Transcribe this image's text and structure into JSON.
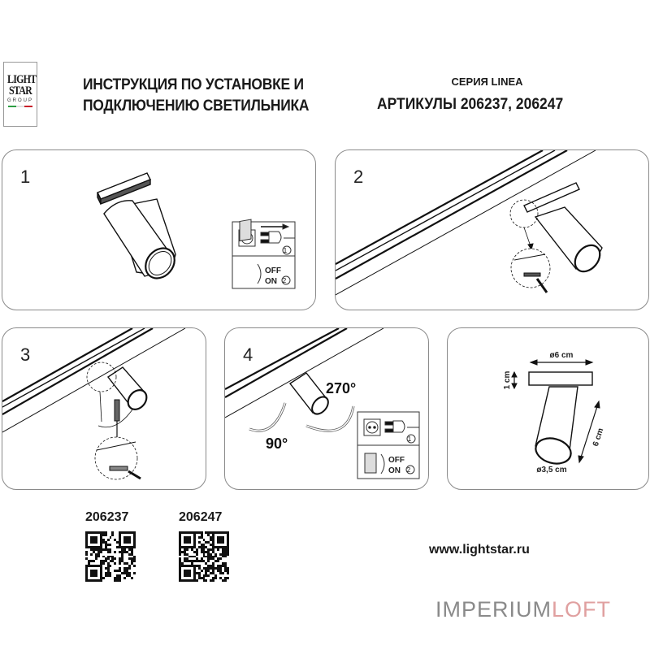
{
  "logo": {
    "line1": "LIGHT",
    "line2": "STAR",
    "line3": "GROUP",
    "flag_colors": [
      "#2e9e44",
      "#e8e8e8",
      "#c8202a"
    ]
  },
  "header": {
    "title_line1": "ИНСТРУКЦИЯ ПО УСТАНОВКЕ И",
    "title_line2": "ПОДКЛЮЧЕНИЮ СВЕТИЛЬНИКА",
    "series": "СЕРИЯ LINEA",
    "articles": "АРТИКУЛЫ 206237, 206247"
  },
  "steps": [
    {
      "number": "1",
      "power_box": {
        "step1": "1",
        "off": "OFF",
        "on": "ON",
        "step2": "2"
      }
    },
    {
      "number": "2"
    },
    {
      "number": "3"
    },
    {
      "number": "4",
      "angle_a": "270°",
      "angle_b": "90°",
      "power_box": {
        "step1": "1",
        "off": "OFF",
        "on": "ON",
        "step2": "2"
      }
    },
    {
      "number": "",
      "dimensions": {
        "width": "ø6 cm",
        "height": "1 cm",
        "length": "6 cm",
        "diameter": "ø3,5 cm"
      }
    }
  ],
  "qr_codes": [
    {
      "article": "206237"
    },
    {
      "article": "206247"
    }
  ],
  "website": "www.lightstar.ru",
  "watermark": {
    "part1": "IMPERIUM",
    "part2": "LOFT"
  }
}
